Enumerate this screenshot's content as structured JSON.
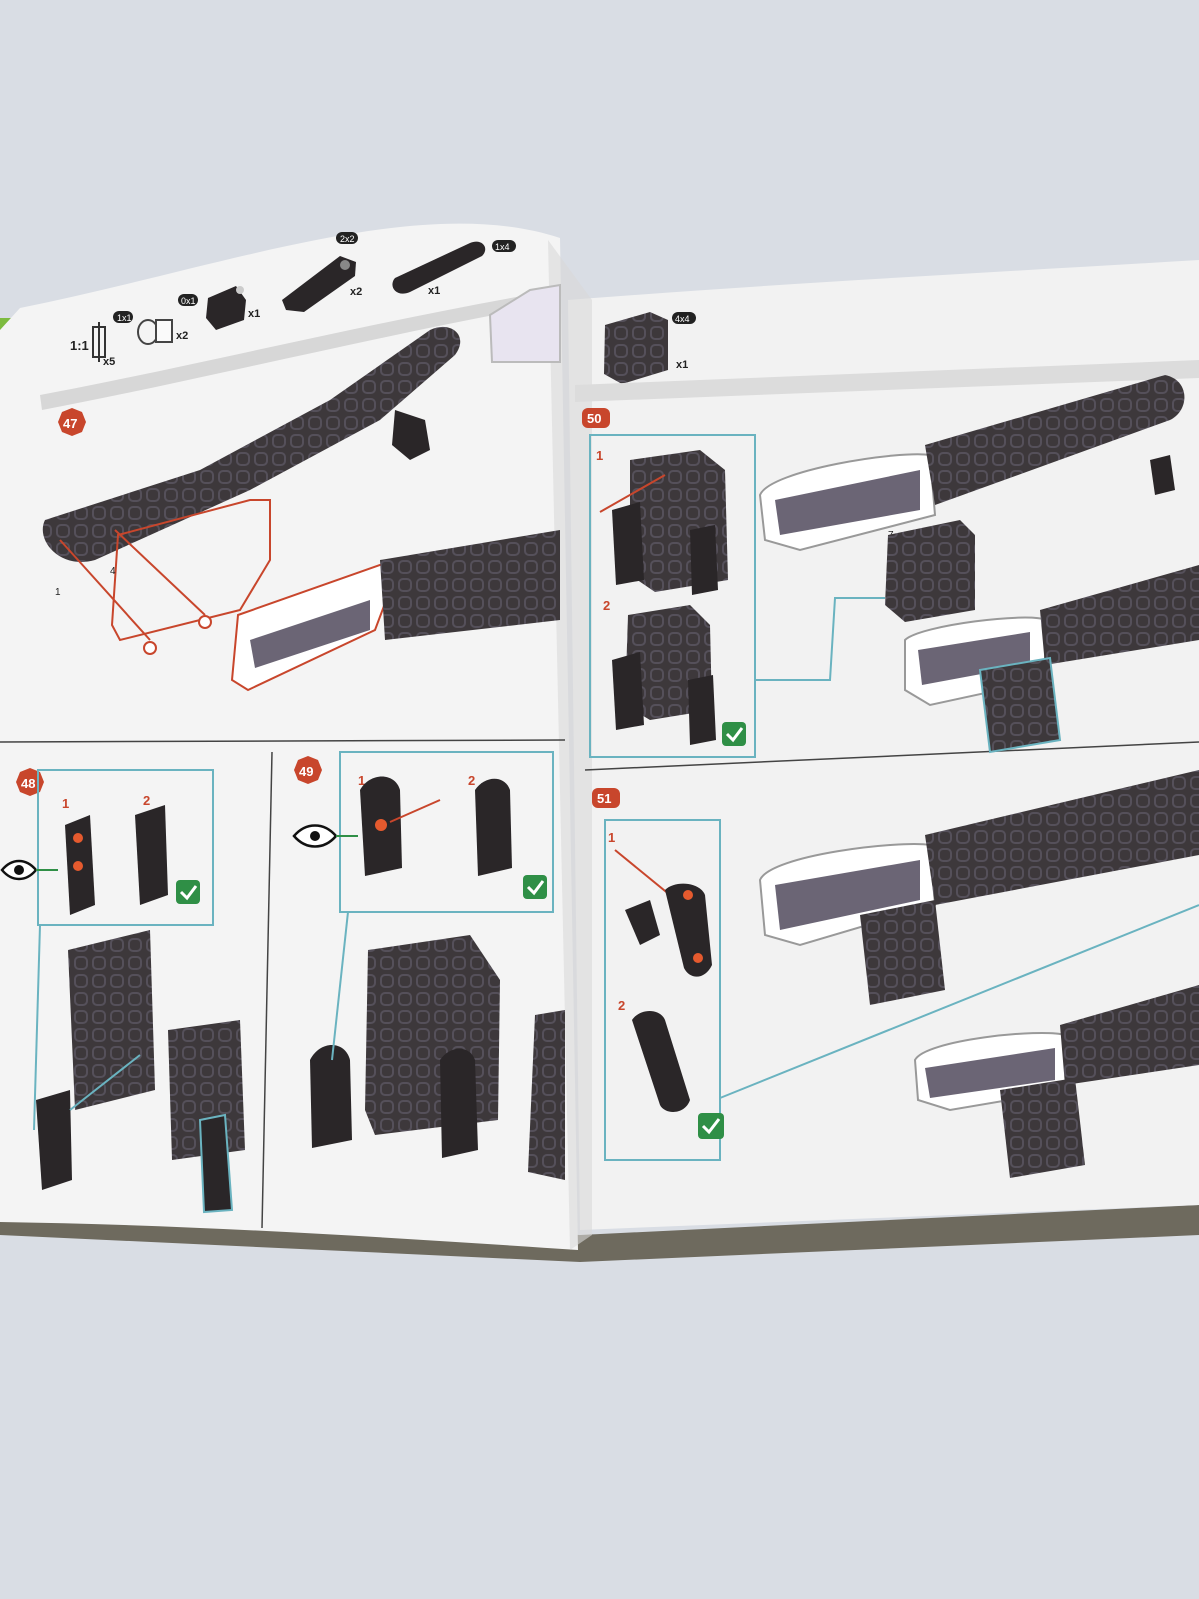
{
  "parts_bar": {
    "scale": "1:1",
    "parts": [
      {
        "tag": "1x1",
        "qty": "x5",
        "icon": "axle-connector-icon"
      },
      {
        "tag": "0x1",
        "qty": "x2",
        "icon": "peg-icon"
      },
      {
        "tag": "",
        "qty": "x1",
        "icon": "hinge-block-icon"
      },
      {
        "tag": "2x2",
        "qty": "x2",
        "icon": "angled-beam-icon"
      },
      {
        "tag": "1x4",
        "qty": "x1",
        "icon": "beam-1x4-icon"
      }
    ],
    "right_part": {
      "tag": "4x4",
      "qty": "x1",
      "icon": "plate-4x4-icon"
    }
  },
  "steps": {
    "s47": {
      "number": "47",
      "sub1": "1",
      "sub2": "4"
    },
    "s48": {
      "number": "48",
      "sub1": "1",
      "sub2": "2"
    },
    "s49": {
      "number": "49",
      "sub1": "1",
      "sub2": "2"
    },
    "s50": {
      "number": "50",
      "sub1": "1",
      "sub2": "2",
      "callout": "7"
    },
    "s51": {
      "number": "51",
      "sub1": "1",
      "sub2": "2"
    }
  },
  "colors": {
    "background": "#d9dde4",
    "page": "#f5f5f5",
    "step_badge": "#c8462c",
    "teal_frame": "#6ab3c0",
    "part_dark": "#3b3638",
    "check_green": "#2f8f46",
    "board_edge": "#6e6a5e"
  }
}
